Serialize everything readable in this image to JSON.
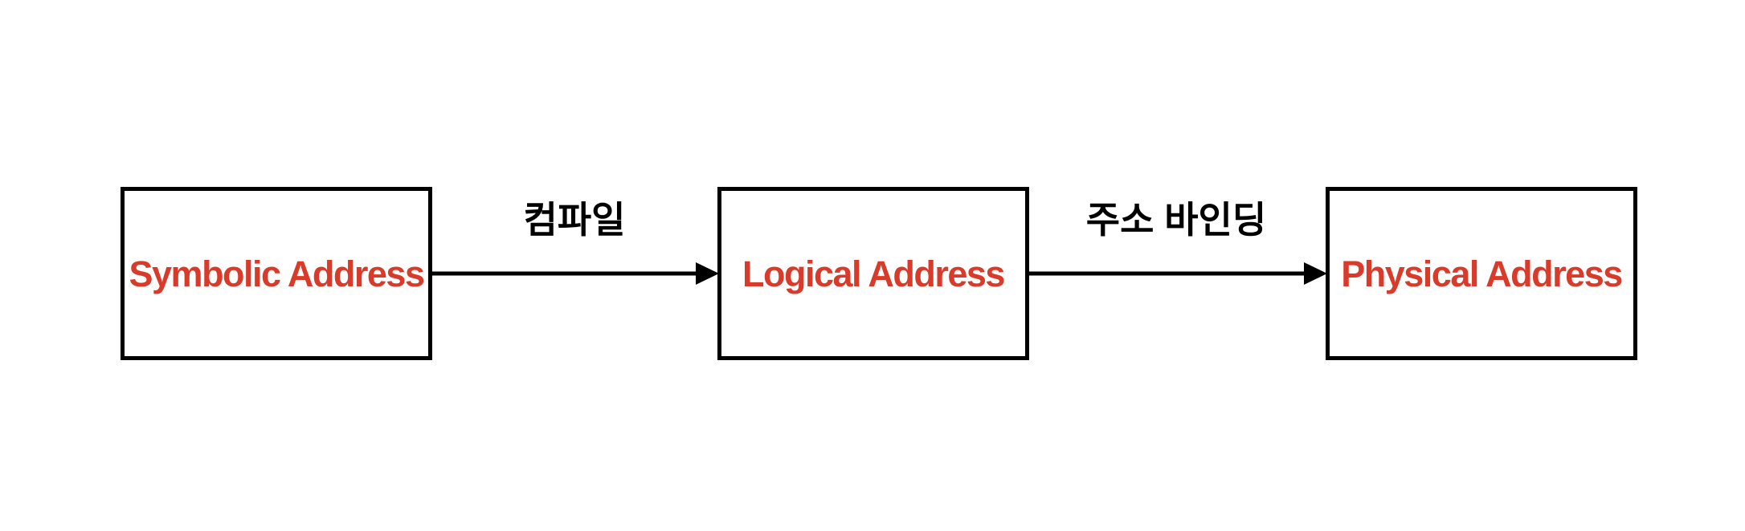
{
  "diagram": {
    "type": "flow-left-to-right",
    "nodes": [
      {
        "id": "symbolic",
        "label": "Symbolic Address"
      },
      {
        "id": "logical",
        "label": "Logical Address"
      },
      {
        "id": "physical",
        "label": "Physical Address"
      }
    ],
    "edges": [
      {
        "from": "symbolic",
        "to": "logical",
        "label": "컴파일"
      },
      {
        "from": "logical",
        "to": "physical",
        "label": "주소 바인딩"
      }
    ],
    "colors": {
      "background": "#ffffff",
      "node_border": "#000000",
      "node_text": "#d93b2b",
      "arrow": "#000000",
      "edge_label": "#000000"
    }
  }
}
